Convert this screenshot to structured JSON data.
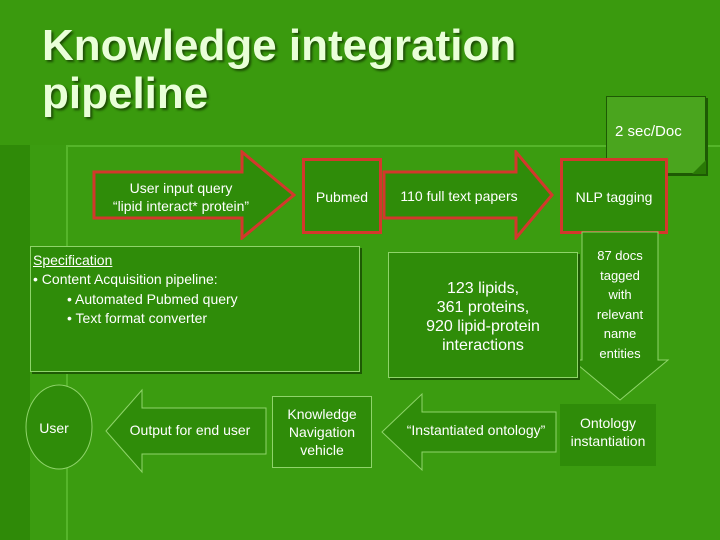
{
  "slide": {
    "title_line1": "Knowledge integration",
    "title_line2": "pipeline",
    "note": "2 sec/Doc"
  },
  "nodes": {
    "user_query_line1": "User input query",
    "user_query_line2": "“lipid interact* protein”",
    "pubmed": "Pubmed",
    "full_text_papers": "110 full text papers",
    "nlp_tagging": "NLP tagging",
    "docs_tagged": [
      "87 docs",
      "tagged",
      "with",
      "relevant",
      "name",
      "entities"
    ],
    "results": [
      "123 lipids,",
      "361 proteins,",
      "920 lipid-protein",
      "interactions"
    ],
    "ontology_instantiation_line1": "Ontology",
    "ontology_instantiation_line2": "instantiation",
    "instantiated_ontology": "“Instantiated ontology”",
    "knowledge_vehicle": [
      "Knowledge",
      "Navigation",
      "vehicle"
    ],
    "output_end_user": "Output for end user",
    "user": "User"
  },
  "specification": {
    "heading": "Specification",
    "item1": "• Content Acquisition pipeline:",
    "item2": "• Automated Pubmed query",
    "item3": "• Text format converter"
  }
}
